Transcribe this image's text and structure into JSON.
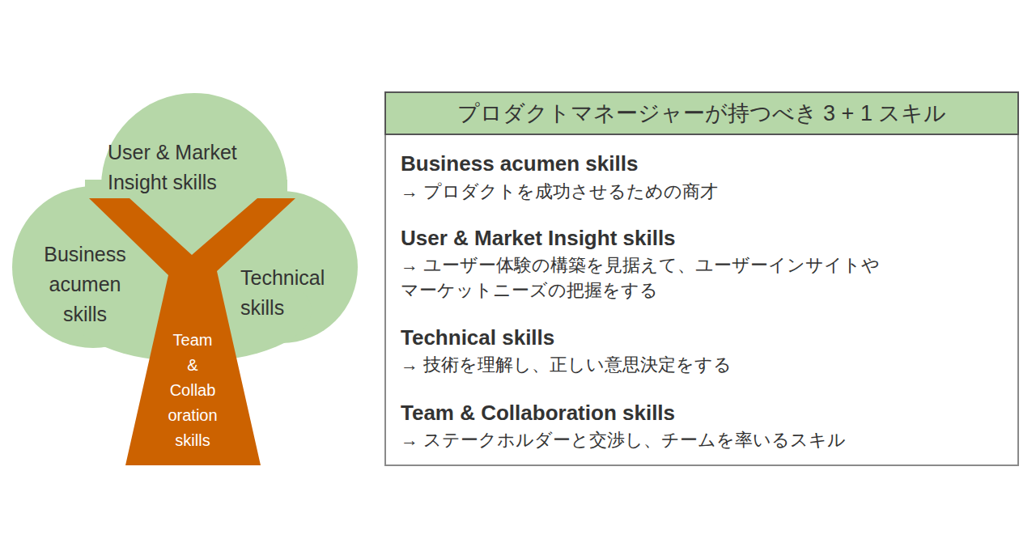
{
  "diagram": {
    "nodes": [
      {
        "text": [
          "User & Market Insight skills",
          "Business acumen skills",
          "Technical skills"
        ]
      },
      {
        "text": [
          "Team & Collaboration skills"
        ]
      },
      {
        "text": [
          "Business acumen skills",
          "→ プロダクトを成功させるための商才",
          "User & Market Insight skills",
          "→ ユーザー体験の構築を見据えて、ユーザーインサイトや マーケットニーズの把握をする",
          "Technical skills",
          "→ 技術を理解し、正しい意思決定をする",
          "Team & Collaboration skills",
          "→ ステークホルダーと交渉し、チームを率いるスキル"
        ]
      },
      {
        "text": [
          "プロダクトマネージャーが持つべき 3 + 1 スキル"
        ],
        "in": 2
      }
    ]
  }
}
